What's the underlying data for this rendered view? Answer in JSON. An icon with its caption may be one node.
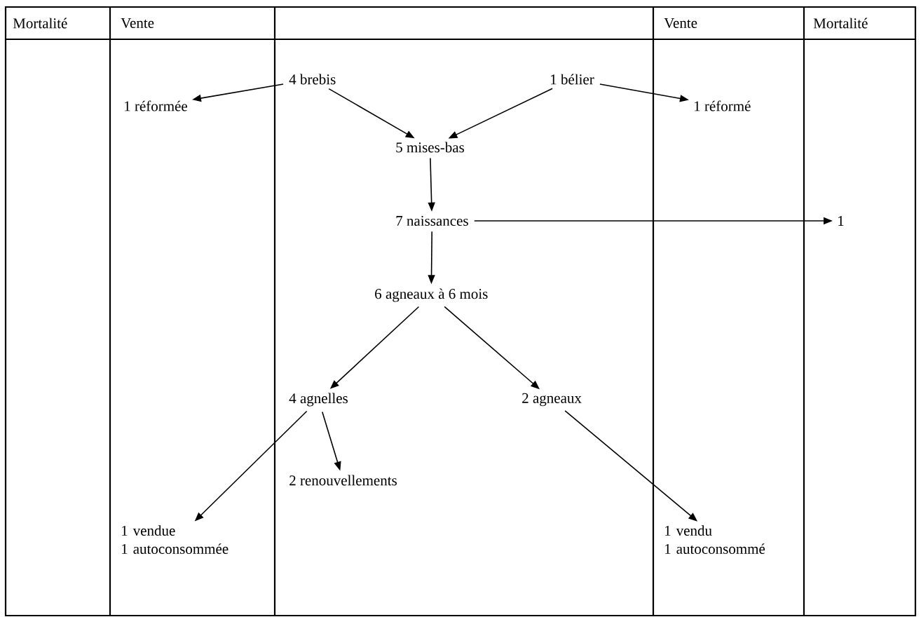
{
  "diagram": {
    "nodes": [
      {
        "text": [
          "4 brebis"
        ]
      },
      {
        "text": [
          "1 bélier"
        ]
      },
      {
        "text": [
          "1 réformée"
        ]
      },
      {
        "text": [
          "1 réformé"
        ]
      },
      {
        "text": [
          "5 mises-bas"
        ]
      },
      {
        "text": [
          "7 naissances"
        ]
      },
      {
        "text": [
          "1"
        ]
      },
      {
        "text": [
          "6 agneaux à 6 mois"
        ]
      },
      {
        "text": [
          "4 agnelles"
        ]
      },
      {
        "text": [
          "2 agneaux"
        ]
      },
      {
        "text": [
          "2 renouvellements"
        ]
      },
      {
        "text": [
          "1 vendue",
          "1 autoconsommée"
        ]
      },
      {
        "text": [
          "1 vendu",
          "1 autoconsommé"
        ]
      }
    ],
    "edges": [
      {
        "from": 0,
        "to": 2,
        "arrow": "to"
      },
      {
        "from": 0,
        "to": 4,
        "arrow": "to"
      },
      {
        "from": 1,
        "to": 4,
        "arrow": "to"
      },
      {
        "from": 1,
        "to": 3,
        "arrow": "to"
      },
      {
        "from": 4,
        "to": 5,
        "arrow": "to"
      },
      {
        "from": 5,
        "to": 6,
        "arrow": "to"
      },
      {
        "from": 5,
        "to": 7,
        "arrow": "to"
      },
      {
        "from": 7,
        "to": 8,
        "arrow": "to"
      },
      {
        "from": 7,
        "to": 9,
        "arrow": "to"
      },
      {
        "from": 8,
        "to": 10,
        "arrow": "to"
      },
      {
        "from": 8,
        "to": 11,
        "arrow": "to"
      },
      {
        "from": 9,
        "to": 12,
        "arrow": "to"
      }
    ],
    "labels": [
      "Mortalité",
      "Vente",
      "Vente",
      "Mortalité"
    ]
  }
}
